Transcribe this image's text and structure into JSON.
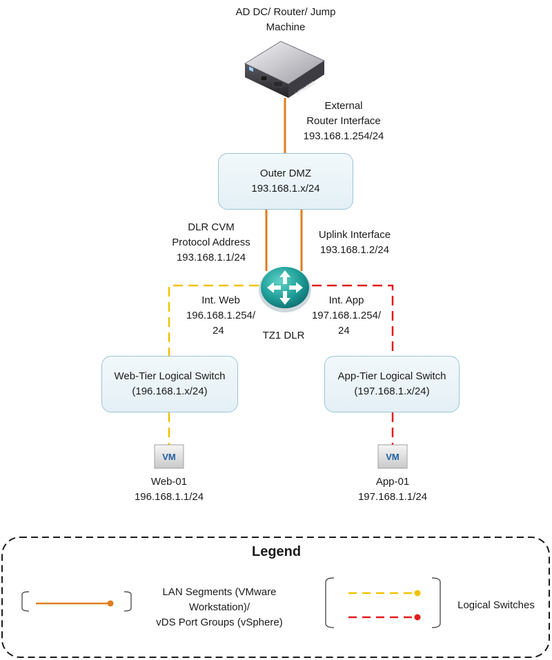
{
  "colors": {
    "lan": "#e07d1e",
    "web": "#f2c200",
    "app": "#e31a1a",
    "box_border": "#9cc3d6"
  },
  "server": {
    "label_line1": "AD DC/ Router/ Jump",
    "label_line2": "Machine",
    "brand": "vmware"
  },
  "external_interface": {
    "line1": "External",
    "line2": "Router Interface",
    "line3": "193.168.1.254/24"
  },
  "outer_dmz": {
    "line1": "Outer DMZ",
    "line2": "193.168.1.x/24"
  },
  "dlr_cvm": {
    "line1": "DLR CVM",
    "line2": "Protocol Address",
    "line3": "193.168.1.1/24"
  },
  "uplink": {
    "line1": "Uplink Interface",
    "line2": "193.168.1.2/24"
  },
  "int_web": {
    "line1": "Int. Web",
    "line2": "196.168.1.254/",
    "line3": "24"
  },
  "int_app": {
    "line1": "Int. App",
    "line2": "197.168.1.254/",
    "line3": "24"
  },
  "router": {
    "label": "TZ1 DLR"
  },
  "web_switch": {
    "line1": "Web-Tier Logical Switch",
    "line2": "(196.168.1.x/24)"
  },
  "app_switch": {
    "line1": "App-Tier Logical Switch",
    "line2": "(197.168.1.x/24)"
  },
  "web_vm": {
    "icon_text": "VM",
    "name": "Web-01",
    "ip": "196.168.1.1/24"
  },
  "app_vm": {
    "icon_text": "VM",
    "name": "App-01",
    "ip": "197.168.1.1/24"
  },
  "legend": {
    "title": "Legend",
    "lan_line1": "LAN Segments (VMware",
    "lan_line2": "Workstation)/",
    "lan_line3": "vDS Port Groups (vSphere)",
    "logical": "Logical Switches"
  }
}
